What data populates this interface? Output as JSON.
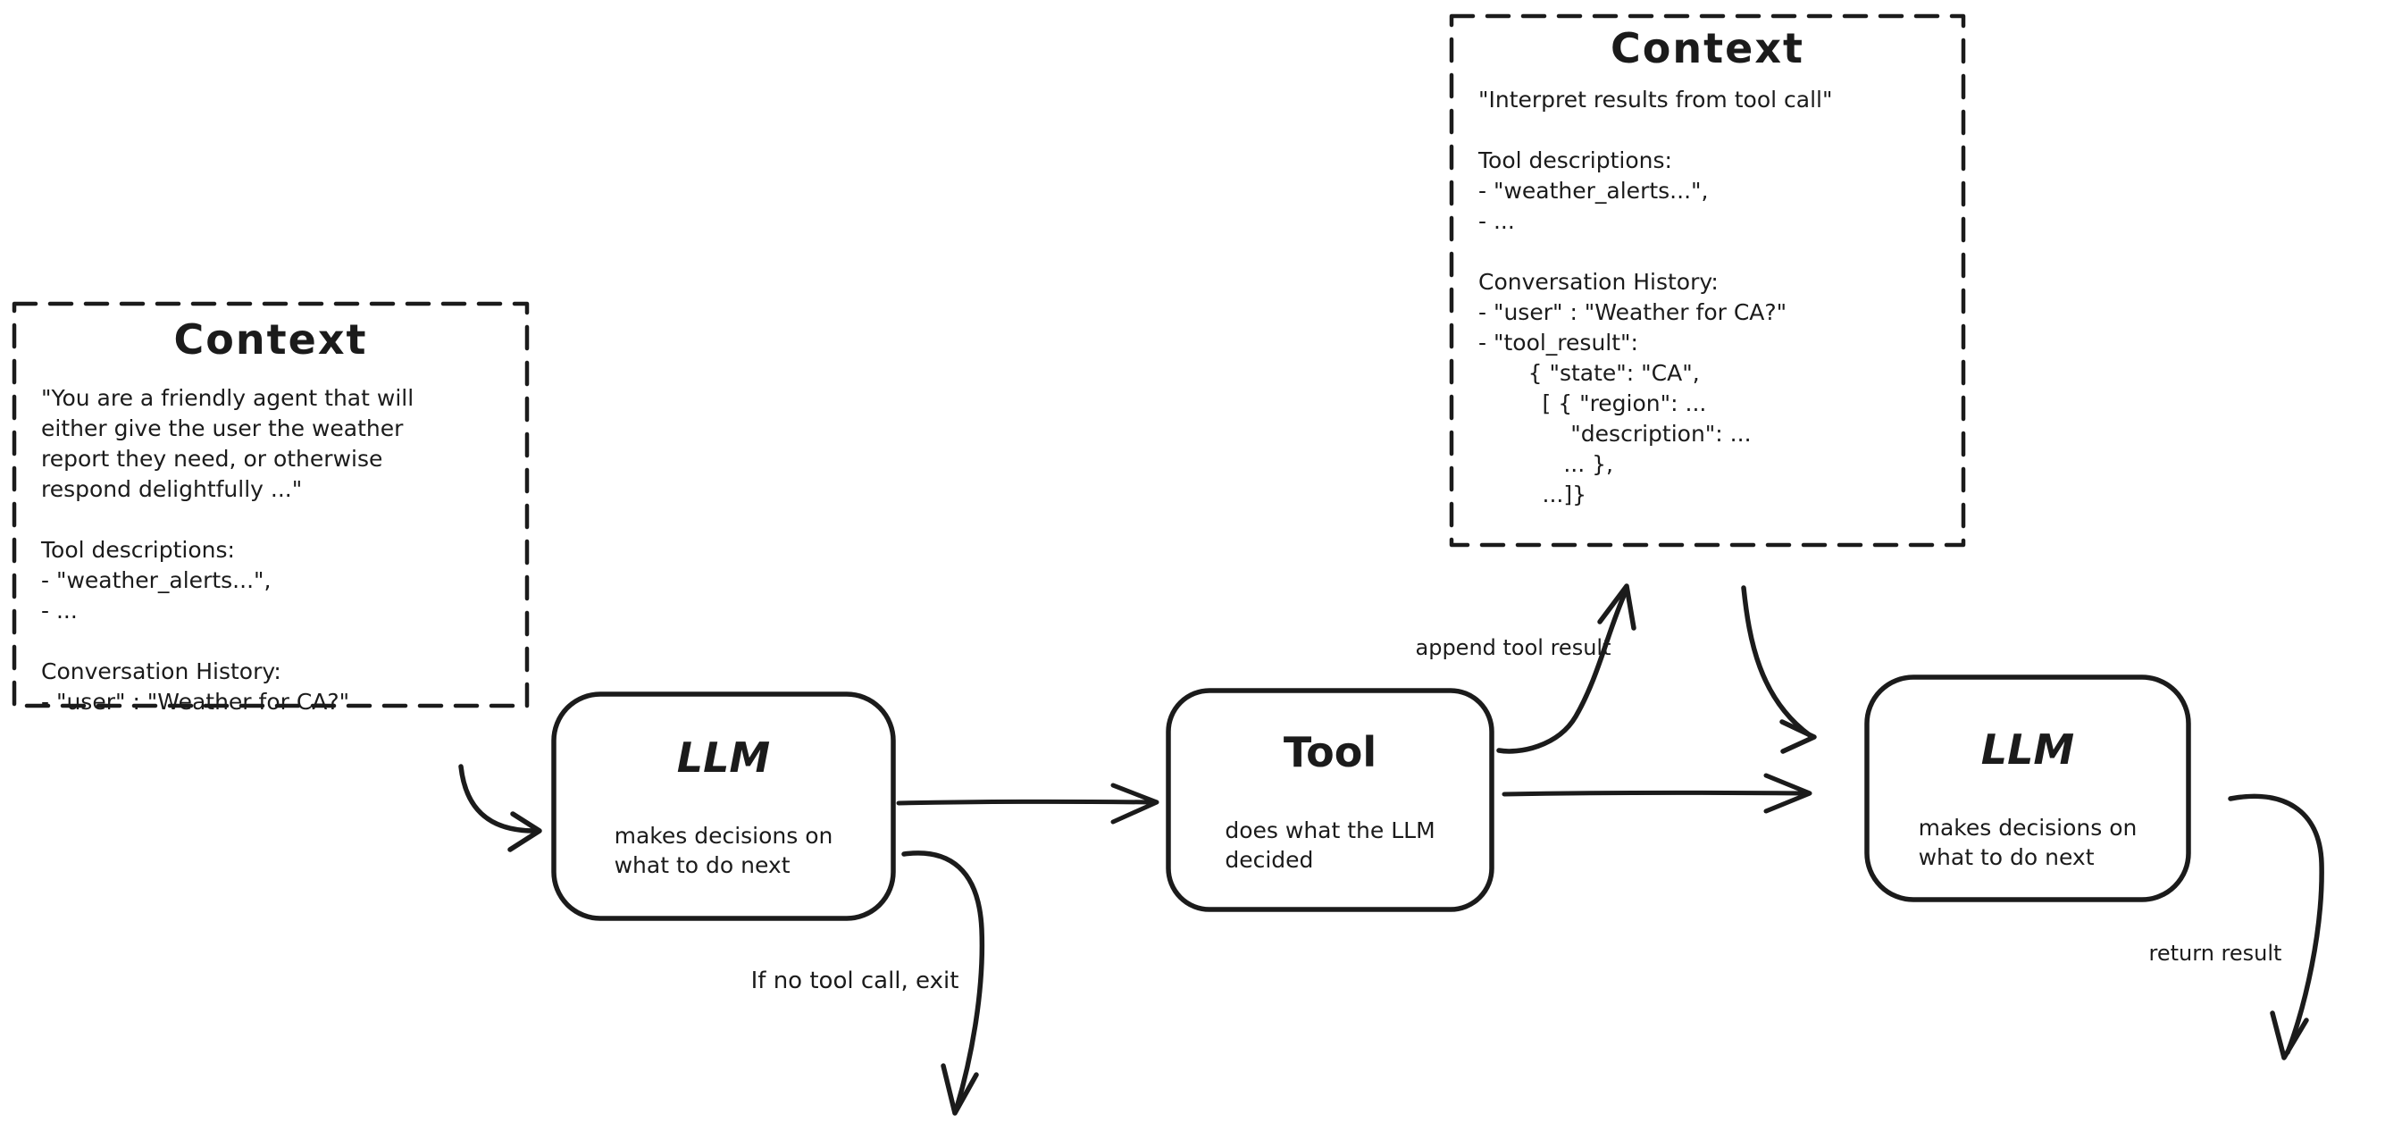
{
  "canvas": {
    "background": "#ffffff",
    "ink": "#1b1b1b"
  },
  "context_left": {
    "title": "Context",
    "lines": [
      "\"You are a friendly agent that will",
      "either give the user the weather",
      "report they need, or otherwise",
      "respond delightfully ...\"",
      "",
      "Tool descriptions:",
      "- \"weather_alerts...\",",
      "- ...",
      "",
      "Conversation History:",
      "- \"user\" : \"Weather for CA?\""
    ]
  },
  "context_right": {
    "title": "Context",
    "lines": [
      "\"Interpret results from tool call\"",
      "",
      "Tool descriptions:",
      "- \"weather_alerts...\",",
      "- ...",
      "",
      "Conversation History:",
      "- \"user\" : \"Weather for CA?\"",
      "- \"tool_result\":",
      "       { \"state\": \"CA\",",
      "         [ { \"region\": ...",
      "             \"description\": ...",
      "            ... },",
      "         ...]}"
    ]
  },
  "nodes": {
    "llm1": {
      "title": "LLM",
      "subtitle_lines": [
        "makes decisions on",
        "what to do next"
      ]
    },
    "tool": {
      "title": "Tool",
      "subtitle_lines": [
        "does what the LLM",
        "decided"
      ]
    },
    "llm2": {
      "title": "LLM",
      "subtitle_lines": [
        "makes decisions on",
        "what to do next"
      ]
    }
  },
  "edge_labels": {
    "append_tool_result": "append tool result",
    "if_no_tool_call_exit": "If no tool call, exit",
    "return_result": "return result"
  }
}
